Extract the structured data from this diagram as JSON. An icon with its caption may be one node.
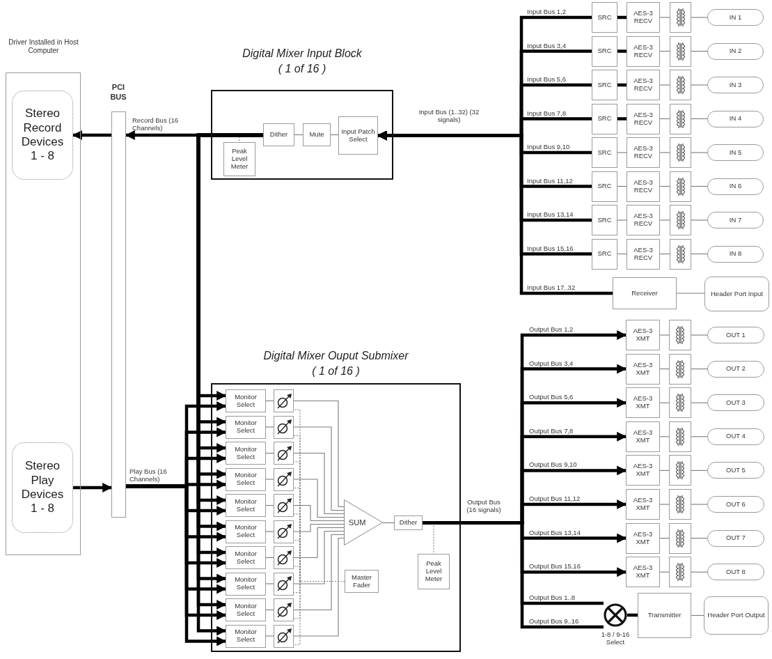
{
  "diagram": {
    "nodes": [
      {
        "text": [
          "Driver Installed in Host Computer"
        ]
      },
      {
        "text": [
          "Stereo Record Devices 1 - 8"
        ],
        "in": 0
      },
      {
        "text": [
          "Stereo Play Devices 1 - 8"
        ],
        "in": 0
      },
      {
        "text": [
          "PCI BUS"
        ]
      },
      {
        "text": [
          "Digital Mixer Input Block ( 1 of 16 )"
        ]
      },
      {
        "text": [
          "Peak Level Meter"
        ],
        "in": 4
      },
      {
        "text": [
          "Dither"
        ],
        "in": 4
      },
      {
        "text": [
          "Mute"
        ],
        "in": 4
      },
      {
        "text": [
          "Input Patch Select"
        ],
        "in": 4
      },
      {
        "text": [
          "Digital Mixer Ouput Submixer ( 1 of 16 )"
        ]
      },
      {
        "text": [
          "Monitor Select"
        ],
        "in": 9
      },
      {
        "text": [
          "Monitor Select"
        ],
        "in": 9
      },
      {
        "text": [
          "Monitor Select"
        ],
        "in": 9
      },
      {
        "text": [
          "Monitor Select"
        ],
        "in": 9
      },
      {
        "text": [
          "Monitor Select"
        ],
        "in": 9
      },
      {
        "text": [
          "Monitor Select"
        ],
        "in": 9
      },
      {
        "text": [
          "Monitor Select"
        ],
        "in": 9
      },
      {
        "text": [
          "Monitor Select"
        ],
        "in": 9
      },
      {
        "text": [
          "Monitor Select"
        ],
        "in": 9
      },
      {
        "text": [
          "Monitor Select"
        ],
        "in": 9
      },
      {
        "text": [],
        "shape": "fader",
        "in": 9
      },
      {
        "text": [],
        "shape": "fader",
        "in": 9
      },
      {
        "text": [],
        "shape": "fader",
        "in": 9
      },
      {
        "text": [],
        "shape": "fader",
        "in": 9
      },
      {
        "text": [],
        "shape": "fader",
        "in": 9
      },
      {
        "text": [],
        "shape": "fader",
        "in": 9
      },
      {
        "text": [],
        "shape": "fader",
        "in": 9
      },
      {
        "text": [],
        "shape": "fader",
        "in": 9
      },
      {
        "text": [],
        "shape": "fader",
        "in": 9
      },
      {
        "text": [],
        "shape": "fader",
        "in": 9
      },
      {
        "text": [
          "SUM"
        ],
        "in": 9
      },
      {
        "text": [
          "Master Fader"
        ],
        "in": 9
      },
      {
        "text": [
          "Dither"
        ],
        "in": 9
      },
      {
        "text": [
          "Peak Level Meter"
        ],
        "in": 9
      },
      {
        "text": [
          "SRC"
        ]
      },
      {
        "text": [
          "SRC"
        ]
      },
      {
        "text": [
          "SRC"
        ]
      },
      {
        "text": [
          "SRC"
        ]
      },
      {
        "text": [
          "SRC"
        ]
      },
      {
        "text": [
          "SRC"
        ]
      },
      {
        "text": [
          "SRC"
        ]
      },
      {
        "text": [
          "SRC"
        ]
      },
      {
        "text": [
          "AES-3 RECV"
        ]
      },
      {
        "text": [
          "AES-3 RECV"
        ]
      },
      {
        "text": [
          "AES-3 RECV"
        ]
      },
      {
        "text": [
          "AES-3 RECV"
        ]
      },
      {
        "text": [
          "AES-3 RECV"
        ]
      },
      {
        "text": [
          "AES-3 RECV"
        ]
      },
      {
        "text": [
          "AES-3 RECV"
        ]
      },
      {
        "text": [
          "AES-3 RECV"
        ]
      },
      {
        "text": [],
        "shape": "transformer"
      },
      {
        "text": [],
        "shape": "transformer"
      },
      {
        "text": [],
        "shape": "transformer"
      },
      {
        "text": [],
        "shape": "transformer"
      },
      {
        "text": [],
        "shape": "transformer"
      },
      {
        "text": [],
        "shape": "transformer"
      },
      {
        "text": [],
        "shape": "transformer"
      },
      {
        "text": [],
        "shape": "transformer"
      },
      {
        "text": [
          "IN 1"
        ]
      },
      {
        "text": [
          "IN 2"
        ]
      },
      {
        "text": [
          "IN 3"
        ]
      },
      {
        "text": [
          "IN 4"
        ]
      },
      {
        "text": [
          "IN 5"
        ]
      },
      {
        "text": [
          "IN 6"
        ]
      },
      {
        "text": [
          "IN 7"
        ]
      },
      {
        "text": [
          "IN 8"
        ]
      },
      {
        "text": [
          "Receiver"
        ]
      },
      {
        "text": [
          "Header Port Input"
        ]
      },
      {
        "text": [
          "AES-3 XMT"
        ]
      },
      {
        "text": [
          "AES-3 XMT"
        ]
      },
      {
        "text": [
          "AES-3 XMT"
        ]
      },
      {
        "text": [
          "AES-3 XMT"
        ]
      },
      {
        "text": [
          "AES-3 XMT"
        ]
      },
      {
        "text": [
          "AES-3 XMT"
        ]
      },
      {
        "text": [
          "AES-3 XMT"
        ]
      },
      {
        "text": [
          "AES-3 XMT"
        ]
      },
      {
        "text": [],
        "shape": "transformer"
      },
      {
        "text": [],
        "shape": "transformer"
      },
      {
        "text": [],
        "shape": "transformer"
      },
      {
        "text": [],
        "shape": "transformer"
      },
      {
        "text": [],
        "shape": "transformer"
      },
      {
        "text": [],
        "shape": "transformer"
      },
      {
        "text": [],
        "shape": "transformer"
      },
      {
        "text": [],
        "shape": "transformer"
      },
      {
        "text": [
          "OUT 1"
        ]
      },
      {
        "text": [
          "OUT 2"
        ]
      },
      {
        "text": [
          "OUT 3"
        ]
      },
      {
        "text": [
          "OUT 4"
        ]
      },
      {
        "text": [
          "OUT 5"
        ]
      },
      {
        "text": [
          "OUT 6"
        ]
      },
      {
        "text": [
          "OUT 7"
        ]
      },
      {
        "text": [
          "OUT 8"
        ]
      },
      {
        "text": [
          "Transmitter"
        ]
      },
      {
        "text": [
          "Header Port Output"
        ]
      },
      {
        "text": [],
        "shape": "circle",
        "beside": [
          "1-8 / 9-16 Select"
        ]
      }
    ],
    "edges": [
      {
        "from": 58,
        "to": 50,
        "arrow": "none"
      },
      {
        "from": 50,
        "to": 42,
        "arrow": "none"
      },
      {
        "from": 42,
        "to": 34,
        "arrow": "none",
        "style": "thick",
        "color": "#000000"
      },
      {
        "from": 34,
        "to": 8,
        "arrow": "to",
        "label": "Input Bus 1,2",
        "style": "thick",
        "color": "#000000"
      },
      {
        "from": 59,
        "to": 51,
        "arrow": "none"
      },
      {
        "from": 51,
        "to": 43,
        "arrow": "none"
      },
      {
        "from": 43,
        "to": 35,
        "arrow": "none",
        "style": "thick",
        "color": "#000000"
      },
      {
        "from": 35,
        "to": 8,
        "arrow": "to",
        "label": "Input Bus 3,4",
        "style": "thick",
        "color": "#000000"
      },
      {
        "from": 60,
        "to": 52,
        "arrow": "none"
      },
      {
        "from": 52,
        "to": 44,
        "arrow": "none"
      },
      {
        "from": 44,
        "to": 36,
        "arrow": "none",
        "style": "thick",
        "color": "#000000"
      },
      {
        "from": 36,
        "to": 8,
        "arrow": "to",
        "label": "Input Bus 5,6",
        "style": "thick",
        "color": "#000000"
      },
      {
        "from": 61,
        "to": 53,
        "arrow": "none"
      },
      {
        "from": 53,
        "to": 45,
        "arrow": "none"
      },
      {
        "from": 45,
        "to": 37,
        "arrow": "none",
        "style": "thick",
        "color": "#000000"
      },
      {
        "from": 37,
        "to": 8,
        "arrow": "to",
        "label": "Input Bus 7,8",
        "style": "thick",
        "color": "#000000"
      },
      {
        "from": 62,
        "to": 54,
        "arrow": "none"
      },
      {
        "from": 54,
        "to": 46,
        "arrow": "none"
      },
      {
        "from": 46,
        "to": 38,
        "arrow": "none"
      },
      {
        "from": 38,
        "to": 8,
        "arrow": "to",
        "label": "Input Bus 9,10",
        "style": "thick",
        "color": "#000000"
      },
      {
        "from": 63,
        "to": 55,
        "arrow": "none"
      },
      {
        "from": 55,
        "to": 47,
        "arrow": "none"
      },
      {
        "from": 47,
        "to": 39,
        "arrow": "none"
      },
      {
        "from": 39,
        "to": 8,
        "arrow": "to",
        "label": "Input Bus 11,12",
        "style": "thick",
        "color": "#000000"
      },
      {
        "from": 64,
        "to": 56,
        "arrow": "none"
      },
      {
        "from": 56,
        "to": 48,
        "arrow": "none"
      },
      {
        "from": 48,
        "to": 40,
        "arrow": "none"
      },
      {
        "from": 40,
        "to": 8,
        "arrow": "to",
        "label": "Input Bus 13,14",
        "style": "thick",
        "color": "#000000"
      },
      {
        "from": 65,
        "to": 57,
        "arrow": "none"
      },
      {
        "from": 57,
        "to": 49,
        "arrow": "none"
      },
      {
        "from": 49,
        "to": 41,
        "arrow": "none"
      },
      {
        "from": 41,
        "to": 8,
        "arrow": "to",
        "label": "Input Bus 15,16",
        "style": "thick",
        "color": "#000000"
      },
      {
        "from": 67,
        "to": 66,
        "arrow": "none"
      },
      {
        "from": 66,
        "to": 8,
        "arrow": "to",
        "label": "Input Bus 17..32",
        "style": "thick",
        "color": "#000000"
      },
      {
        "from": 8,
        "to": 7,
        "arrow": "none"
      },
      {
        "from": 7,
        "to": 6,
        "arrow": "none"
      },
      {
        "from": 6,
        "to": 5,
        "arrow": "none",
        "style": "dashed"
      },
      {
        "from": 6,
        "to": 3,
        "arrow": "to",
        "label": "Record Bus (16 Channels)",
        "style": "thick",
        "color": "#000000"
      },
      {
        "from": 3,
        "to": 1,
        "arrow": "to",
        "style": "thick",
        "color": "#000000"
      },
      {
        "from": 2,
        "to": 3,
        "arrow": "to",
        "style": "thick",
        "color": "#000000"
      },
      {
        "from": 6,
        "to": 10,
        "arrow": "to",
        "style": "thick",
        "color": "#000000"
      },
      {
        "from": 6,
        "to": 11,
        "arrow": "to",
        "style": "thick",
        "color": "#000000"
      },
      {
        "from": 6,
        "to": 12,
        "arrow": "to",
        "style": "thick",
        "color": "#000000"
      },
      {
        "from": 6,
        "to": 13,
        "arrow": "to",
        "style": "thick",
        "color": "#000000"
      },
      {
        "from": 6,
        "to": 14,
        "arrow": "to",
        "style": "thick",
        "color": "#000000"
      },
      {
        "from": 6,
        "to": 15,
        "arrow": "to",
        "style": "thick",
        "color": "#000000"
      },
      {
        "from": 6,
        "to": 16,
        "arrow": "to",
        "style": "thick",
        "color": "#000000"
      },
      {
        "from": 6,
        "to": 17,
        "arrow": "to",
        "style": "thick",
        "color": "#000000"
      },
      {
        "from": 6,
        "to": 18,
        "arrow": "to",
        "style": "thick",
        "color": "#000000"
      },
      {
        "from": 6,
        "to": 19,
        "arrow": "to",
        "style": "thick",
        "color": "#000000"
      },
      {
        "from": 3,
        "to": 10,
        "arrow": "to",
        "label": "Play Bus (16 Channels)",
        "style": "thick",
        "color": "#000000"
      },
      {
        "from": 3,
        "to": 11,
        "arrow": "to",
        "style": "thick",
        "color": "#000000"
      },
      {
        "from": 3,
        "to": 12,
        "arrow": "to",
        "style": "thick",
        "color": "#000000"
      },
      {
        "from": 3,
        "to": 13,
        "arrow": "to",
        "style": "thick",
        "color": "#000000"
      },
      {
        "from": 3,
        "to": 14,
        "arrow": "to",
        "style": "thick",
        "color": "#000000"
      },
      {
        "from": 3,
        "to": 15,
        "arrow": "to",
        "style": "thick",
        "color": "#000000"
      },
      {
        "from": 3,
        "to": 16,
        "arrow": "to",
        "style": "thick",
        "color": "#000000"
      },
      {
        "from": 3,
        "to": 17,
        "arrow": "to",
        "style": "thick",
        "color": "#000000"
      },
      {
        "from": 3,
        "to": 18,
        "arrow": "to",
        "style": "thick",
        "color": "#000000"
      },
      {
        "from": 3,
        "to": 19,
        "arrow": "to",
        "style": "thick",
        "color": "#000000"
      },
      {
        "from": 10,
        "to": 20,
        "arrow": "none"
      },
      {
        "from": 11,
        "to": 21,
        "arrow": "none"
      },
      {
        "from": 12,
        "to": 22,
        "arrow": "none"
      },
      {
        "from": 13,
        "to": 23,
        "arrow": "none"
      },
      {
        "from": 14,
        "to": 24,
        "arrow": "none"
      },
      {
        "from": 15,
        "to": 25,
        "arrow": "none"
      },
      {
        "from": 16,
        "to": 26,
        "arrow": "none"
      },
      {
        "from": 17,
        "to": 27,
        "arrow": "none"
      },
      {
        "from": 18,
        "to": 28,
        "arrow": "none"
      },
      {
        "from": 19,
        "to": 29,
        "arrow": "none"
      },
      {
        "from": 20,
        "to": 30,
        "arrow": "none"
      },
      {
        "from": 21,
        "to": 30,
        "arrow": "none"
      },
      {
        "from": 22,
        "to": 30,
        "arrow": "none"
      },
      {
        "from": 23,
        "to": 30,
        "arrow": "none"
      },
      {
        "from": 24,
        "to": 30,
        "arrow": "none"
      },
      {
        "from": 25,
        "to": 30,
        "arrow": "none"
      },
      {
        "from": 26,
        "to": 30,
        "arrow": "none"
      },
      {
        "from": 27,
        "to": 30,
        "arrow": "none"
      },
      {
        "from": 28,
        "to": 30,
        "arrow": "none"
      },
      {
        "from": 29,
        "to": 30,
        "arrow": "none"
      },
      {
        "from": 31,
        "to": 20,
        "arrow": "none",
        "style": "dashed"
      },
      {
        "from": 31,
        "to": 21,
        "arrow": "none",
        "style": "dashed"
      },
      {
        "from": 31,
        "to": 22,
        "arrow": "none",
        "style": "dashed"
      },
      {
        "from": 31,
        "to": 23,
        "arrow": "none",
        "style": "dashed"
      },
      {
        "from": 31,
        "to": 24,
        "arrow": "none",
        "style": "dashed"
      },
      {
        "from": 31,
        "to": 25,
        "arrow": "none",
        "style": "dashed"
      },
      {
        "from": 31,
        "to": 26,
        "arrow": "none",
        "style": "dashed"
      },
      {
        "from": 31,
        "to": 27,
        "arrow": "none",
        "style": "dashed"
      },
      {
        "from": 31,
        "to": 28,
        "arrow": "none",
        "style": "dashed"
      },
      {
        "from": 31,
        "to": 29,
        "arrow": "none",
        "style": "dashed"
      },
      {
        "from": 30,
        "to": 32,
        "arrow": "none"
      },
      {
        "from": 32,
        "to": 33,
        "arrow": "none",
        "style": "dashed"
      },
      {
        "from": 32,
        "to": 68,
        "arrow": "to",
        "label": "Output Bus 1,2",
        "style": "thick",
        "color": "#000000"
      },
      {
        "from": 68,
        "to": 76,
        "arrow": "none"
      },
      {
        "from": 76,
        "to": 84,
        "arrow": "none"
      },
      {
        "from": 32,
        "to": 69,
        "arrow": "to",
        "label": "Output Bus 3,4",
        "style": "thick",
        "color": "#000000"
      },
      {
        "from": 69,
        "to": 77,
        "arrow": "none"
      },
      {
        "from": 77,
        "to": 85,
        "arrow": "none"
      },
      {
        "from": 32,
        "to": 70,
        "arrow": "to",
        "label": "Output Bus 5,6",
        "style": "thick",
        "color": "#000000"
      },
      {
        "from": 70,
        "to": 78,
        "arrow": "none"
      },
      {
        "from": 78,
        "to": 86,
        "arrow": "none"
      },
      {
        "from": 32,
        "to": 71,
        "arrow": "to",
        "label": "Output Bus 7,8",
        "style": "thick",
        "color": "#000000"
      },
      {
        "from": 71,
        "to": 79,
        "arrow": "none"
      },
      {
        "from": 79,
        "to": 87,
        "arrow": "none"
      },
      {
        "from": 32,
        "to": 72,
        "arrow": "to",
        "label": "Output Bus 9,10",
        "style": "thick",
        "color": "#000000"
      },
      {
        "from": 72,
        "to": 80,
        "arrow": "none"
      },
      {
        "from": 80,
        "to": 88,
        "arrow": "none"
      },
      {
        "from": 32,
        "to": 73,
        "arrow": "to",
        "label": "Output Bus 11,12",
        "style": "thick",
        "color": "#000000"
      },
      {
        "from": 73,
        "to": 81,
        "arrow": "none"
      },
      {
        "from": 81,
        "to": 89,
        "arrow": "none"
      },
      {
        "from": 32,
        "to": 74,
        "arrow": "to",
        "label": "Output Bus 13,14",
        "style": "thick",
        "color": "#000000"
      },
      {
        "from": 74,
        "to": 82,
        "arrow": "none"
      },
      {
        "from": 82,
        "to": 90,
        "arrow": "none"
      },
      {
        "from": 32,
        "to": 75,
        "arrow": "to",
        "label": "Output Bus 15,16",
        "style": "thick",
        "color": "#000000"
      },
      {
        "from": 75,
        "to": 83,
        "arrow": "none"
      },
      {
        "from": 83,
        "to": 91,
        "arrow": "none"
      },
      {
        "from": 32,
        "to": 94,
        "arrow": "none",
        "label": "Output Bus 1..8",
        "style": "thick",
        "color": "#000000"
      },
      {
        "from": 32,
        "to": 94,
        "arrow": "none",
        "label": "Output Bus 9..16",
        "style": "thick",
        "color": "#000000"
      },
      {
        "from": 94,
        "to": 92,
        "arrow": "none",
        "style": "thick",
        "color": "#000000"
      },
      {
        "from": 92,
        "to": 93,
        "arrow": "none"
      }
    ],
    "labels": [
      "Input Bus (1..32) (32 signals)",
      "Output Bus (16 signals)"
    ]
  }
}
